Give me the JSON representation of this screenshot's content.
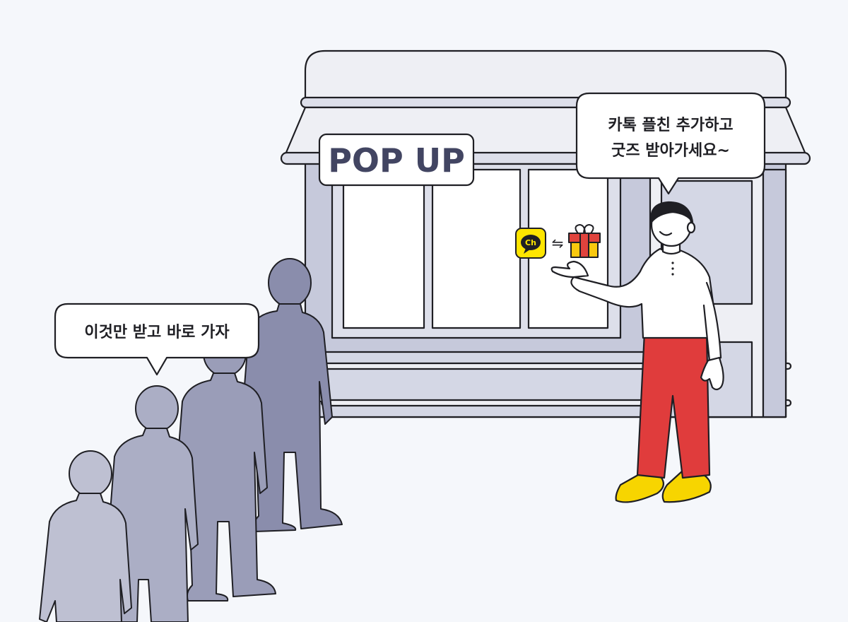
{
  "store": {
    "sign_text": "POP UP"
  },
  "staff_speech": {
    "line1": "카톡 플친 추가하고",
    "line2": "굿즈 받아가세요~"
  },
  "crowd_speech": {
    "text": "이것만 받고 바로 가자"
  },
  "channel_badge": {
    "label": "Ch",
    "exchange_symbol": "⇋"
  },
  "icons": {
    "channel": "kakao-channel-icon",
    "gift": "gift-box-icon",
    "exchange": "exchange-arrows-icon"
  },
  "colors": {
    "background": "#F5F7FB",
    "outline": "#1F1F24",
    "sign_text": "#424562",
    "awning": "#EEEFF4",
    "store_wall": "#C6C9DB",
    "window_glass": "#FFFFFF",
    "pants": "#E03C3C",
    "shoes": "#F7D500",
    "kakao_yellow": "#FEE500",
    "gift_red": "#E0433D",
    "gift_yellow": "#F9C80E",
    "crowd_1": "#8A8DAC",
    "crowd_2": "#9A9DB8",
    "crowd_3": "#ABAEC5",
    "crowd_4": "#BEC0D2"
  }
}
